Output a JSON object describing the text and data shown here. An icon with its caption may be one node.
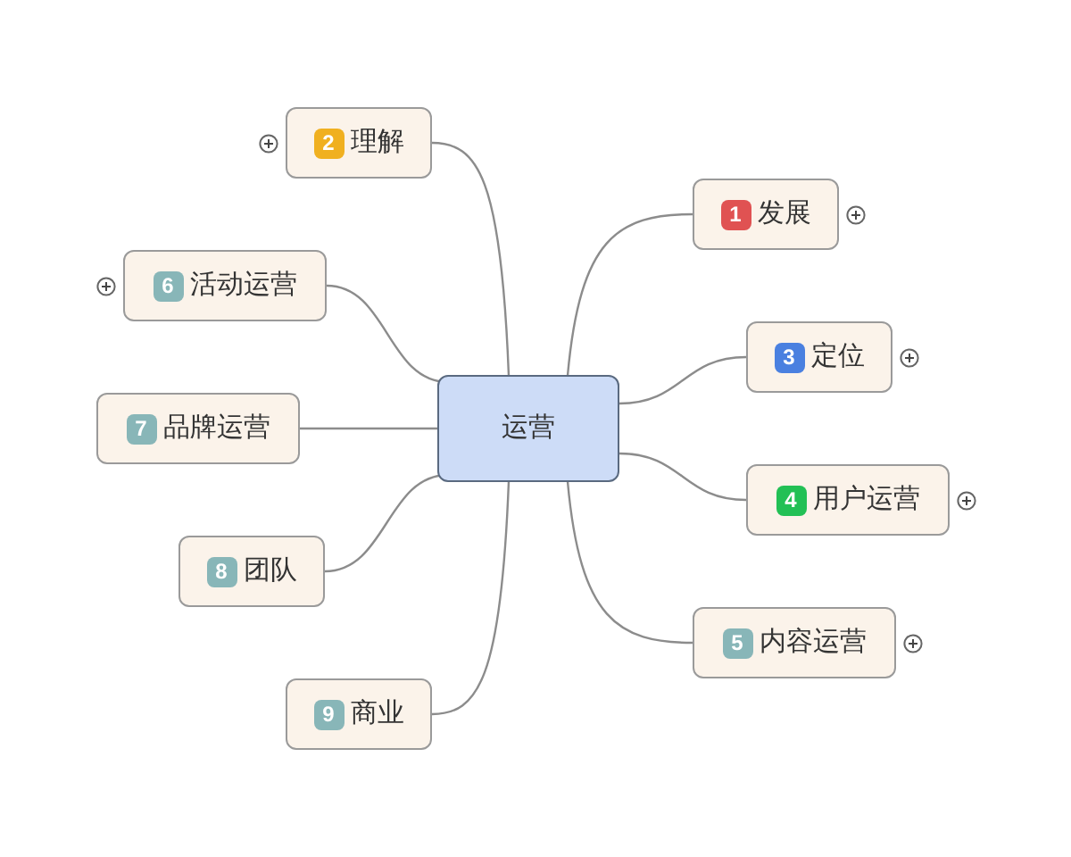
{
  "diagram": {
    "nodes": [
      {
        "text": [
          "运营"
        ]
      },
      {
        "text": [
          "1",
          "发展"
        ]
      },
      {
        "text": [
          "2",
          "理解"
        ]
      },
      {
        "text": [
          "3",
          "定位"
        ]
      },
      {
        "text": [
          "4",
          "用户运营"
        ]
      },
      {
        "text": [
          "5",
          "内容运营"
        ]
      },
      {
        "text": [
          "6",
          "活动运营"
        ]
      },
      {
        "text": [
          "7",
          "品牌运营"
        ]
      },
      {
        "text": [
          "8",
          "团队"
        ]
      },
      {
        "text": [
          "9",
          "商业"
        ]
      }
    ],
    "edges": [
      {
        "from": 0,
        "to": 1,
        "arrow": "none"
      },
      {
        "from": 0,
        "to": 2,
        "arrow": "none"
      },
      {
        "from": 0,
        "to": 3,
        "arrow": "none"
      },
      {
        "from": 0,
        "to": 4,
        "arrow": "none"
      },
      {
        "from": 0,
        "to": 5,
        "arrow": "none"
      },
      {
        "from": 0,
        "to": 6,
        "arrow": "none"
      },
      {
        "from": 0,
        "to": 7,
        "arrow": "none"
      },
      {
        "from": 0,
        "to": 8,
        "arrow": "none"
      },
      {
        "from": 0,
        "to": 9,
        "arrow": "none"
      }
    ]
  }
}
